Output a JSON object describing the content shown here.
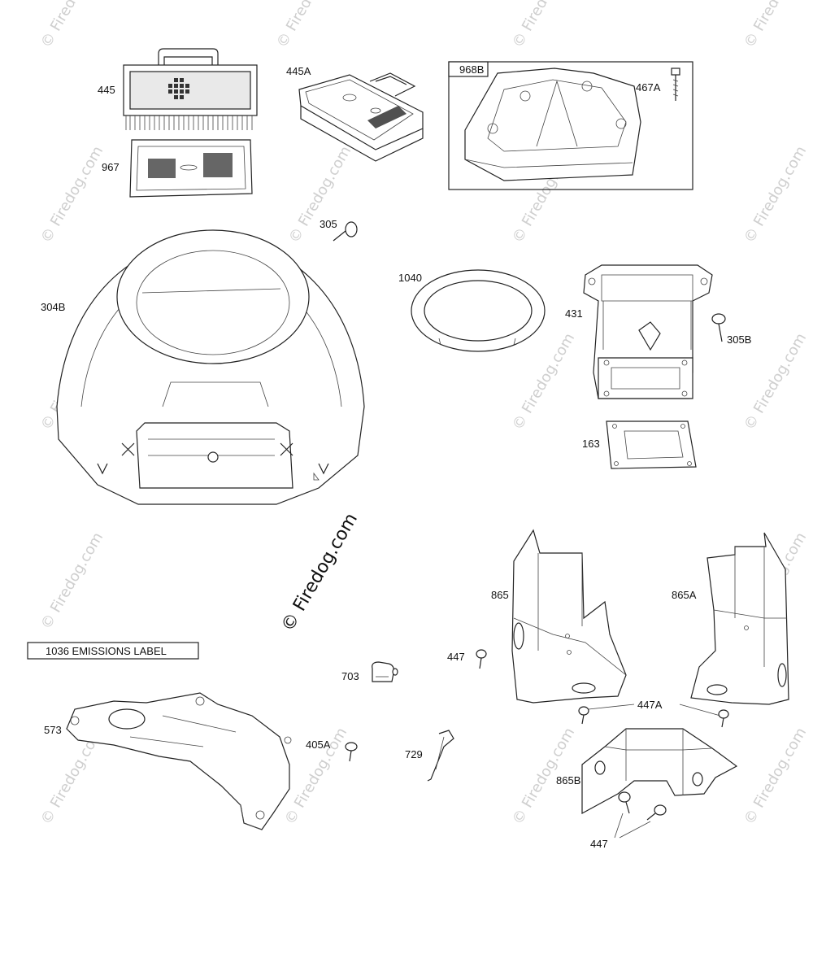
{
  "parts": {
    "p445": "445",
    "p445A": "445A",
    "p968B": "968B",
    "p467A": "467A",
    "p967": "967",
    "p305": "305",
    "p304B": "304B",
    "p1040": "1040",
    "p431": "431",
    "p305B": "305B",
    "p163": "163",
    "p865": "865",
    "p865A": "865A",
    "p447a": "447",
    "p447A": "447A",
    "p703": "703",
    "p573": "573",
    "p405A": "405A",
    "p729": "729",
    "p865B": "865B",
    "p447b": "447"
  },
  "emissions_label": "1036 EMISSIONS LABEL",
  "watermark": "© Firedog.com",
  "center_watermark": "© Firedog.com"
}
